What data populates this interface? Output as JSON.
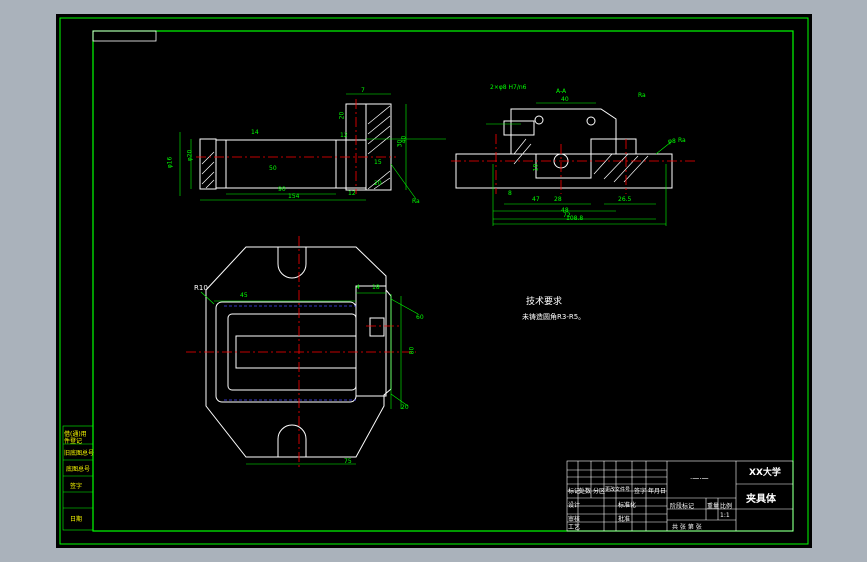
{
  "colors": {
    "frame": "#00ff00",
    "contour": "#ffffff",
    "dimension": "#00ff00",
    "centerline": "#ff0000",
    "hidden": "#4444ff",
    "hatch": "#ffffff",
    "text": "#ffffff",
    "sidebar_text": "#ffff00"
  },
  "views": {
    "front_view": {
      "dims": {
        "d_left": "φ16",
        "d_left2": "φ20",
        "len_top": "14",
        "len_mid": "50",
        "len_total": "90",
        "len_overall": "154",
        "h_30": "30",
        "h_20": "20",
        "h_7": "7",
        "s_12": "12",
        "s_15": "15",
        "s_20": "20",
        "s_12b": "12",
        "s_40": "40",
        "ra": "Ra"
      }
    },
    "section_view": {
      "section_label": "A-A",
      "hole_note": "2×φ8 H7/n6",
      "roughness_tl": "Ra",
      "roughness_r": "Ra",
      "dims": {
        "w40": "40",
        "w28": "28",
        "w47": "47",
        "w48": "48",
        "w72": "72",
        "w108": "108.8",
        "w265": "26.5",
        "h10": "10",
        "h8": "8"
      },
      "spec_right": "φ8"
    },
    "top_view": {
      "radius_label": "R10",
      "dims": {
        "d45": "45",
        "d4": "4",
        "d18": "18",
        "d75": "75",
        "d80": "80",
        "d60": "60",
        "d20": "20"
      }
    }
  },
  "tech_requirements": {
    "title": "技术要求",
    "note": "未铸造圆角R3-R5。"
  },
  "sidebar": {
    "rows": [
      "借(通)用件登记",
      "旧底图总号",
      "底图总号",
      "签字",
      "日期"
    ]
  },
  "title_block": {
    "school": "XX大学",
    "part_name": "夹具体",
    "drawing_number": "·一·一",
    "row_headers": [
      "标记",
      "处数",
      "分区",
      "更改文件号",
      "签字",
      "年月日"
    ],
    "left_rows": [
      "设计",
      "审核",
      "工艺"
    ],
    "mid_rows": [
      "标准化",
      "批准"
    ],
    "stage_header": "阶段标记",
    "weight_header": "重量",
    "scale_header": "比例",
    "scale_value": "1:1",
    "sheet_info": "共 张 第 张"
  }
}
